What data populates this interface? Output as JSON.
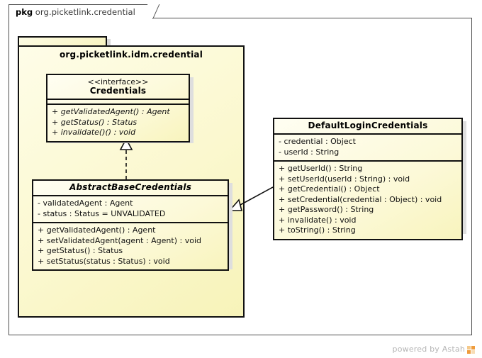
{
  "diagram": {
    "kind": "uml-class-diagram",
    "outer_package": {
      "keyword": "pkg",
      "name": "org.picketlink.credential"
    },
    "inner_package": {
      "name": "org.picketlink.idm.credential"
    },
    "classes": [
      {
        "id": "credentials",
        "stereotype": "<<interface>>",
        "name": "Credentials",
        "abstract": false,
        "attributes": [],
        "operations": [
          "+ getValidatedAgent() : Agent",
          "+ getStatus() : Status",
          "+ invalidate()() : void"
        ]
      },
      {
        "id": "abstract-base-credentials",
        "stereotype": "",
        "name": "AbstractBaseCredentials",
        "abstract": true,
        "attributes": [
          "- validatedAgent : Agent",
          "- status : Status = UNVALIDATED"
        ],
        "operations": [
          "+ getValidatedAgent() : Agent",
          "+ setValidatedAgent(agent : Agent) : void",
          "+ getStatus() : Status",
          "+ setStatus(status : Status) : void"
        ]
      },
      {
        "id": "default-login-credentials",
        "stereotype": "",
        "name": "DefaultLoginCredentials",
        "abstract": false,
        "attributes": [
          "- credential : Object",
          "- userId : String"
        ],
        "operations": [
          "+ getUserId() : String",
          "+ setUserId(userId : String) : void",
          "+ getCredential() : Object",
          "+ setCredential(credential : Object) : void",
          "+ getPassword() : String",
          "+ invalidate() : void",
          "+ toString() : String"
        ]
      }
    ],
    "relationships": [
      {
        "id": "realization",
        "type": "realization",
        "style": "dashed",
        "arrow": "hollow-triangle",
        "from": "AbstractBaseCredentials",
        "to": "Credentials"
      },
      {
        "id": "generalization",
        "type": "generalization",
        "style": "solid",
        "arrow": "hollow-triangle",
        "from": "DefaultLoginCredentials",
        "to": "AbstractBaseCredentials"
      }
    ],
    "colors": {
      "class_fill": "#fcf9d8",
      "package_fill": "#fbf8cf",
      "line": "#111111",
      "canvas": "#ffffff",
      "watermark": "#b5b5b5",
      "logo": "#f0a848"
    }
  },
  "watermark": {
    "text": "powered by Astah",
    "logo_icon": "astah-logo-icon"
  }
}
